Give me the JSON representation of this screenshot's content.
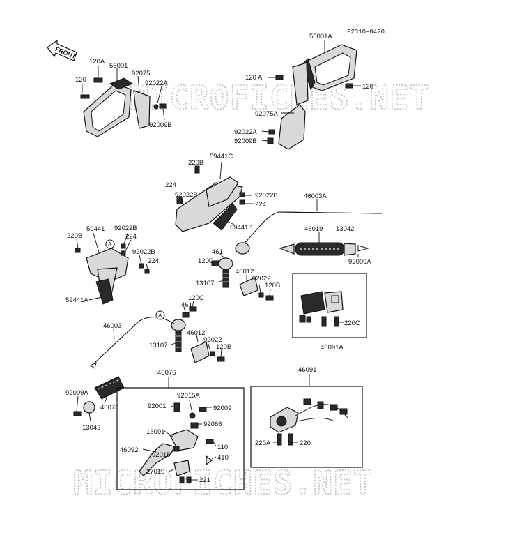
{
  "figure_code": "F2310-0420",
  "front_label": "FRONT",
  "watermark": "MICROFICHES.NET",
  "callouts": {
    "c120A_l": "120A",
    "c56001": "56001",
    "c120_l": "120",
    "c92075": "92075",
    "c92022A_l": "92022A",
    "c92009B_l": "92009B",
    "c56001A": "56001A",
    "c120A_r": "120 A",
    "c120_r": "120",
    "c92075A": "92075A",
    "c92022A_r": "92022A",
    "c92009B_r": "92009B",
    "c220B_t": "220B",
    "c59441C": "59441C",
    "c224_a": "224",
    "c92022B_a": "92022B",
    "c92022B_b": "92022B",
    "c224_b": "224",
    "c46003A": "46003A",
    "c59441B": "59441B",
    "c46019": "46019",
    "c13042_t": "13042",
    "c92009A_r": "92009A",
    "c220B_l": "220B",
    "c59441": "59441",
    "c92022B_c": "92022B",
    "c224_c": "224",
    "c92022B_d": "92022B",
    "c224_d": "224",
    "c461_a": "461",
    "c120C_a": "120C",
    "c46012_a": "46012",
    "c13107_a": "13107",
    "c92022_a": "92022",
    "c120B_a": "120B",
    "c59441A": "59441A",
    "c120C_b": "120C",
    "c461_b": "461",
    "c46003": "46003",
    "c46012_b": "46012",
    "c13107_b": "13107",
    "c92022_b": "92022",
    "c120B_b": "120B",
    "c220C": "220C",
    "c46091A": "46091A",
    "c46076": "46076",
    "c46091": "46091",
    "c92009A_l": "92009A",
    "c46075": "46075",
    "c13042_b": "13042",
    "c92001": "92001",
    "c92015A": "92015A",
    "c92009": "92009",
    "c92066": "92066",
    "c13091": "13091",
    "c110": "110",
    "c46092": "46092",
    "c92015": "92015",
    "c410": "410",
    "c27010": "27010",
    "c221": "221",
    "c220A": "220A",
    "c220": "220",
    "cA_1": "A",
    "cA_2": "A"
  }
}
